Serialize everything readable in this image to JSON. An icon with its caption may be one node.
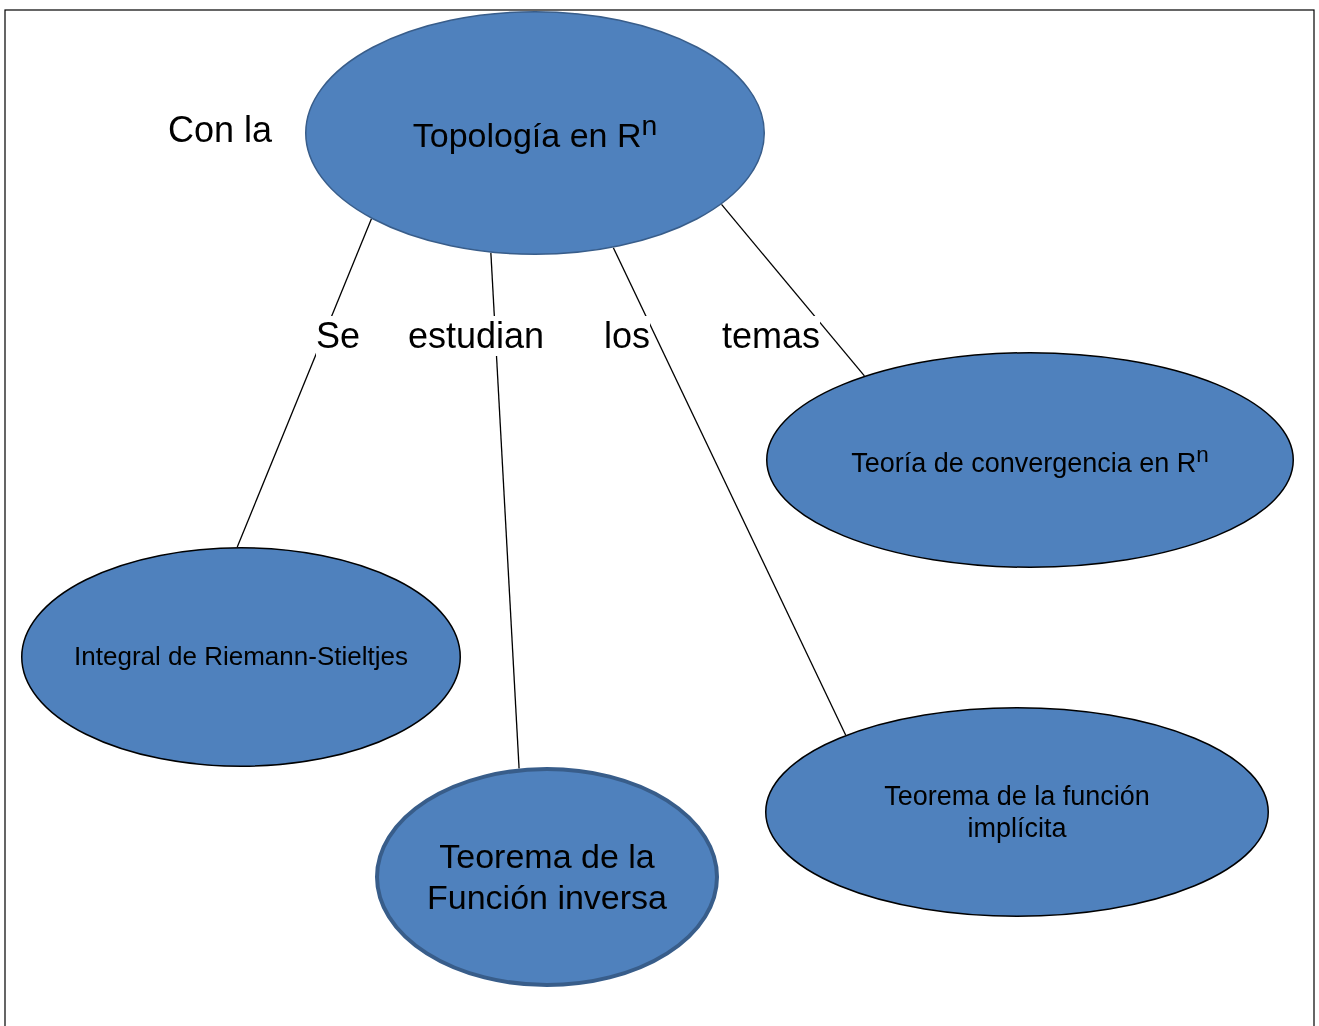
{
  "diagram": {
    "nodes": [
      {
        "text": [
          "Topología en R$^{n}$"
        ]
      },
      {
        "text": [
          "Teoría de convergencia en R$^{n}$"
        ]
      },
      {
        "text": [
          "Integral de Riemann-Stieltjes"
        ]
      },
      {
        "text": [
          "Teorema de la función implícita"
        ]
      },
      {
        "text": [
          "Teorema de la Función inversa"
        ]
      }
    ],
    "edges": [
      {
        "from": 0,
        "to": 2,
        "arrow": "none"
      },
      {
        "from": 0,
        "to": 4,
        "arrow": "none"
      },
      {
        "from": 0,
        "to": 3,
        "arrow": "none"
      },
      {
        "from": 0,
        "to": 1,
        "arrow": "none"
      }
    ],
    "labels": [
      "Con la",
      "Se",
      "estudian",
      "los",
      "temas"
    ]
  }
}
